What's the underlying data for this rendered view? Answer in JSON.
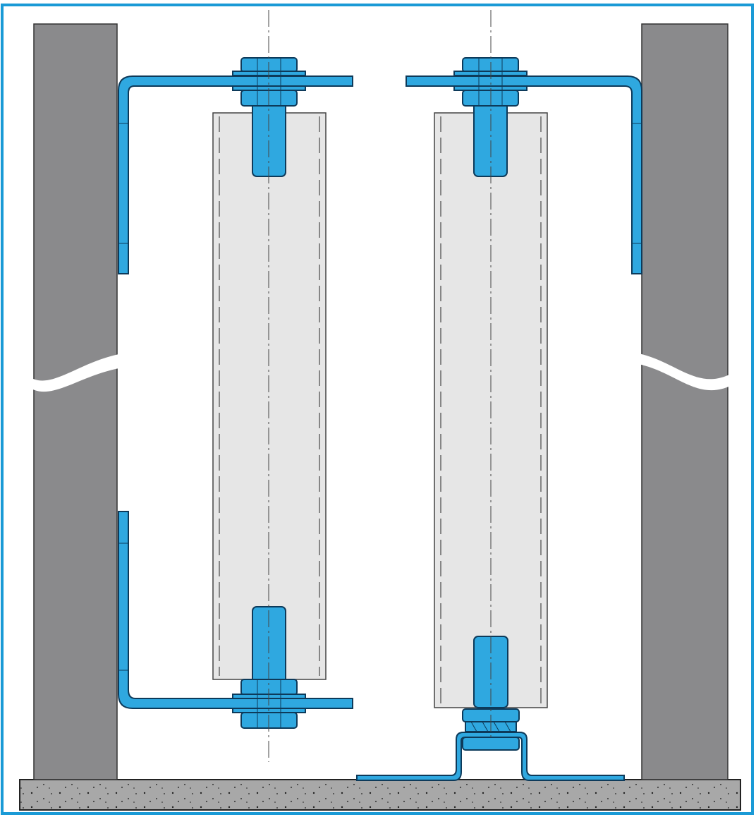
{
  "colors": {
    "frame": "#1a9ad6",
    "steel_parts": "#2fa8e0",
    "wall": "#8a8a8c",
    "tube": "#e6e6e6",
    "floor": "#a8a8a8"
  },
  "parts": [
    "left-wall",
    "right-wall",
    "floor-slab",
    "left-tube",
    "right-tube",
    "left-upper-bracket",
    "left-lower-bracket",
    "right-upper-bracket",
    "floor-foot-bracket"
  ]
}
